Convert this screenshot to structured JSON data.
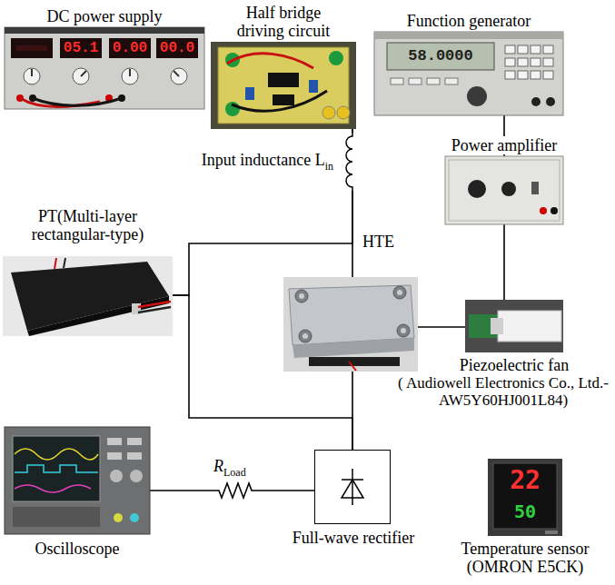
{
  "diagram": {
    "nodes": [
      {
        "text": [
          "DC power supply"
        ]
      },
      {
        "text": [
          "Half bridge driving circuit"
        ]
      },
      {
        "text": [
          "Function generator"
        ]
      },
      {
        "text": [
          "Power amplifier"
        ]
      },
      {
        "text": [
          "PT(Multi-layer rectangular-type)"
        ]
      },
      {
        "text": [
          "HTE"
        ]
      },
      {
        "text": [
          "Piezoelectric fan",
          "( Audiowell Electronics Co., Ltd.-AW5Y60HJ001L84)"
        ]
      },
      {
        "text": [
          "Full-wave rectifier"
        ]
      },
      {
        "text": [
          "Oscilloscope"
        ]
      },
      {
        "text": [
          "Temperature sensor (OMRON E5CK)"
        ]
      }
    ],
    "edges": [
      {
        "from": 1,
        "to": 4,
        "arrow": "none"
      },
      {
        "from": 1,
        "to": 5,
        "arrow": "none"
      },
      {
        "from": 4,
        "to": 7,
        "arrow": "none"
      },
      {
        "from": 5,
        "to": 7,
        "arrow": "none"
      },
      {
        "from": 5,
        "to": 6,
        "arrow": "none"
      },
      {
        "from": 2,
        "to": 3,
        "arrow": "none"
      },
      {
        "from": 3,
        "to": 6,
        "arrow": "none"
      },
      {
        "from": 7,
        "to": 8,
        "arrow": "none"
      }
    ],
    "labels": [
      "Input inductance L",
      "in",
      "R",
      "Load",
      "05.1",
      "0.00",
      "00.0",
      "58.0000",
      "22",
      "50"
    ]
  }
}
